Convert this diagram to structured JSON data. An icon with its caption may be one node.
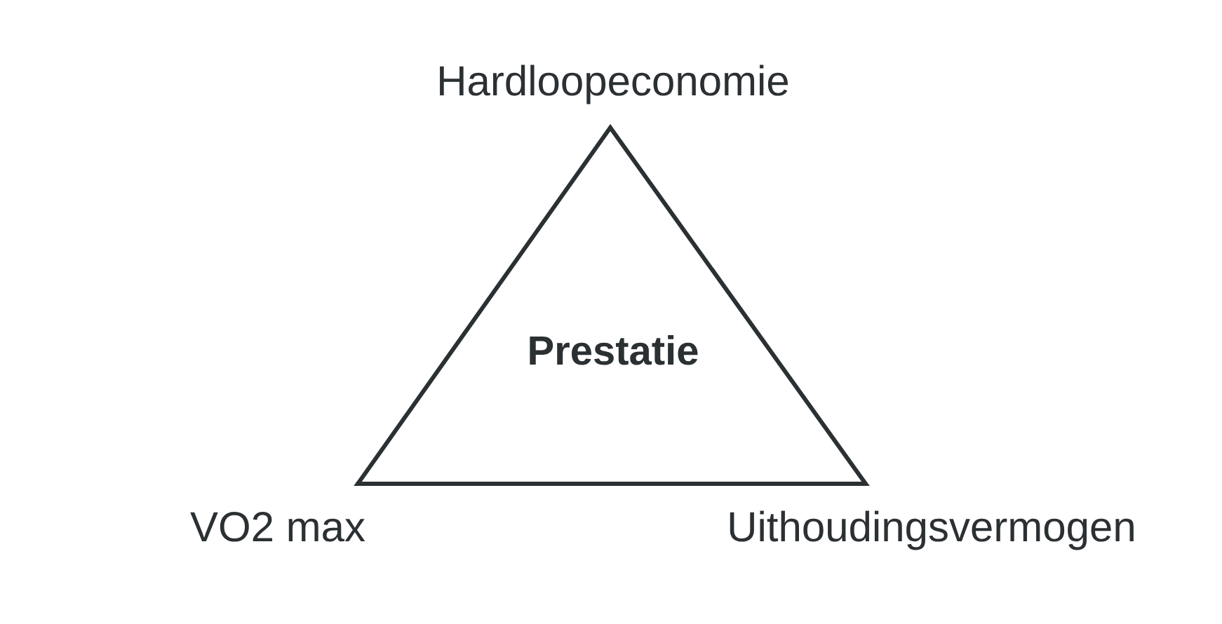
{
  "diagram": {
    "nodes": [
      {
        "text": [
          "Prestatie"
        ]
      }
    ],
    "labels": [
      "Hardloopeconomie",
      "VO2 max",
      "Uithoudingsvermogen"
    ]
  }
}
